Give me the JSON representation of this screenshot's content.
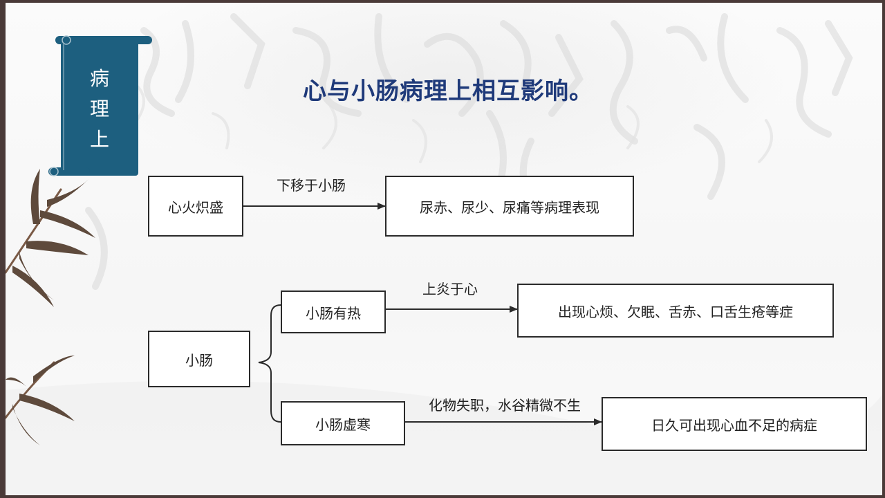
{
  "tag": {
    "chars": [
      "病",
      "理",
      "上"
    ]
  },
  "title": "心与小肠病理上相互影响。",
  "diagram": {
    "nodes": {
      "heart_fire": "心火炽盛",
      "urine_result": "尿赤、尿少、尿痛等病理表现",
      "small_intestine": "小肠",
      "si_heat": "小肠有热",
      "heart_result": "出现心烦、欠眠、舌赤、口舌生疮等症",
      "si_cold": "小肠虚寒",
      "blood_result": "日久可出现心血不足的病症"
    },
    "edges": {
      "move_down": "下移于小肠",
      "flame_up": "上炎于心",
      "transform_fail": "化物失职，水谷精微不生"
    }
  },
  "colors": {
    "tag_fill": "#1d5f7f",
    "title": "#1f3a7a",
    "border": "#4a3a38"
  }
}
